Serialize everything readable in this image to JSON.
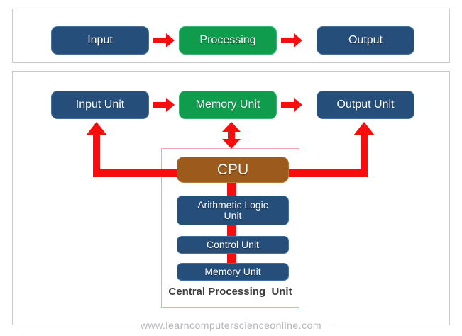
{
  "colors": {
    "node_blue": "#254e7b",
    "node_green": "#0f9c4d",
    "node_brown": "#9c5a1d",
    "arrow_red": "#f80d0e",
    "cpu_group_outline_pink": "#f7a5a5",
    "panel_border_gray": "#c9c9c9",
    "caption_text": "#3e3e3e",
    "watermark_text": "#b4b4ba"
  },
  "flow": {
    "nodes": [
      {
        "label": "Input",
        "variant": "blue"
      },
      {
        "label": "Processing",
        "variant": "green"
      },
      {
        "label": "Output",
        "variant": "blue"
      }
    ]
  },
  "architecture": {
    "units": [
      {
        "label": "Input Unit",
        "variant": "blue"
      },
      {
        "label": "Memory Unit",
        "variant": "green"
      },
      {
        "label": "Output Unit",
        "variant": "blue"
      }
    ],
    "cpu": {
      "label": "CPU"
    },
    "components": [
      {
        "label": "Arithmetic Logic Unit"
      },
      {
        "label": "Control Unit"
      },
      {
        "label": "Memory Unit"
      }
    ],
    "caption": "Central Processing  Unit"
  },
  "footer": {
    "watermark": "www.learncomputerscienceonline.com"
  }
}
